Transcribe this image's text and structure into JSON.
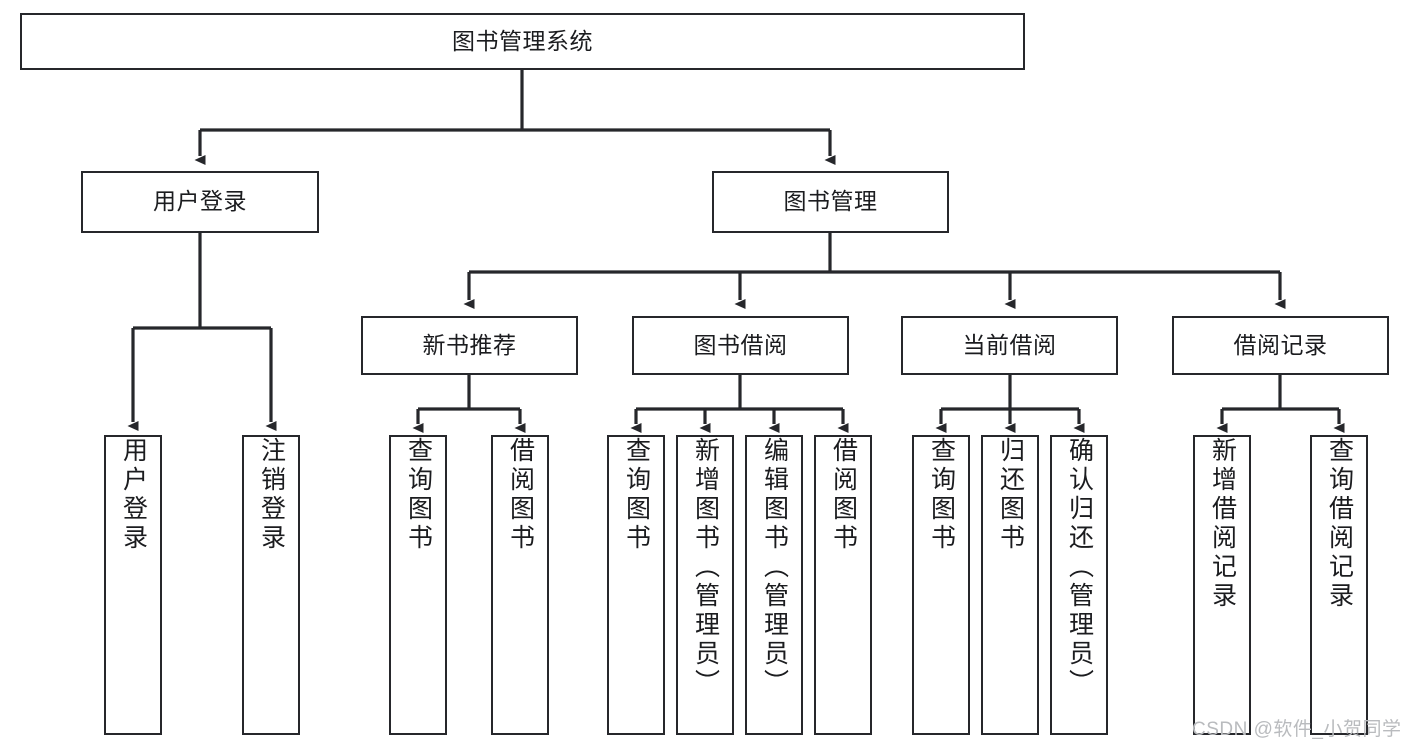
{
  "diagram": {
    "title": "图书管理系统",
    "type": "tree-hierarchy-chart",
    "colors": {
      "box_border": "#26272b",
      "box_fill": "#ffffff",
      "edge": "#26272b",
      "text": "#1b1c1f",
      "watermark": "#b9bbbe",
      "background": "#ffffff"
    },
    "root": {
      "id": "root",
      "label": "图书管理系统"
    },
    "level2": [
      {
        "id": "user-login",
        "label": "用户登录"
      },
      {
        "id": "book-management",
        "label": "图书管理"
      }
    ],
    "level3": [
      {
        "id": "new-book-recommend",
        "label": "新书推荐",
        "parent": "book-management"
      },
      {
        "id": "book-borrow",
        "label": "图书借阅",
        "parent": "book-management"
      },
      {
        "id": "current-borrow",
        "label": "当前借阅",
        "parent": "book-management"
      },
      {
        "id": "borrow-record",
        "label": "借阅记录",
        "parent": "book-management"
      }
    ],
    "leaves": {
      "user-login": [
        {
          "id": "leaf-user-login",
          "label": "用户登录"
        },
        {
          "id": "leaf-logout",
          "label": "注销登录"
        }
      ],
      "new-book-recommend": [
        {
          "id": "leaf-query-book-1",
          "label": "查询图书"
        },
        {
          "id": "leaf-borrow-book-1",
          "label": "借阅图书"
        }
      ],
      "book-borrow": [
        {
          "id": "leaf-query-book-2",
          "label": "查询图书"
        },
        {
          "id": "leaf-add-book",
          "label": "新增图书（管理员）"
        },
        {
          "id": "leaf-edit-book",
          "label": "编辑图书（管理员）"
        },
        {
          "id": "leaf-borrow-book-2",
          "label": "借阅图书"
        }
      ],
      "current-borrow": [
        {
          "id": "leaf-query-book-3",
          "label": "查询图书"
        },
        {
          "id": "leaf-return-book",
          "label": "归还图书"
        },
        {
          "id": "leaf-confirm-return",
          "label": "确认归还（管理员）"
        }
      ],
      "borrow-record": [
        {
          "id": "leaf-add-record",
          "label": "新增借阅记录"
        },
        {
          "id": "leaf-query-record",
          "label": "查询借阅记录"
        }
      ]
    }
  },
  "watermark": {
    "text": "CSDN @软件_小贺同学"
  }
}
